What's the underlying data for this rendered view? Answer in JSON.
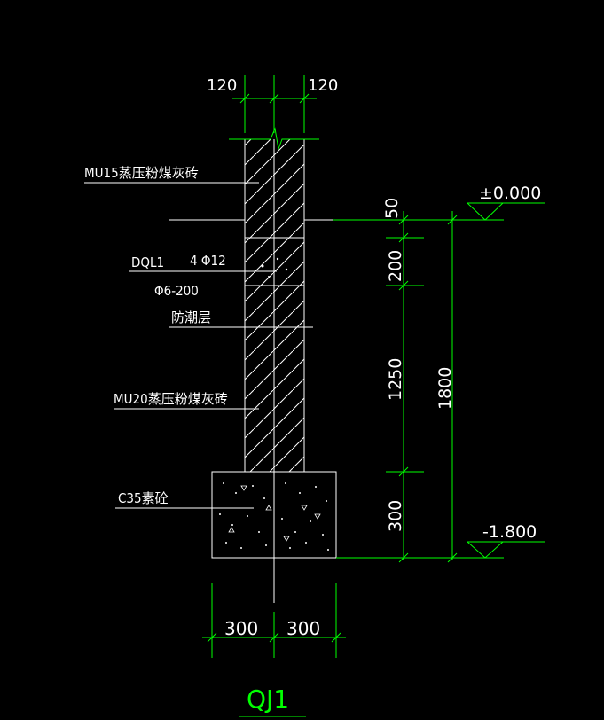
{
  "dims": {
    "top_left": "120",
    "top_right": "120",
    "dim_50": "50",
    "dim_200": "200",
    "dim_1250": "1250",
    "dim_1800": "1800",
    "dim_300_v": "300",
    "bottom_left": "300",
    "bottom_right": "300"
  },
  "levels": {
    "top": "±0.000",
    "bottom": "-1.800"
  },
  "labels": {
    "mu15": "MU15蒸压粉煤灰砖",
    "dql1": "DQL1",
    "rebar": "4 Φ12",
    "stirrup": "Φ6-200",
    "dpc": "防潮层",
    "mu20": "MU20蒸压粉煤灰砖",
    "c35": "C35素砼"
  },
  "title": "QJ1",
  "colors": {
    "line_green": "#00ff00",
    "text_white": "#ffffff",
    "background": "#000000"
  }
}
